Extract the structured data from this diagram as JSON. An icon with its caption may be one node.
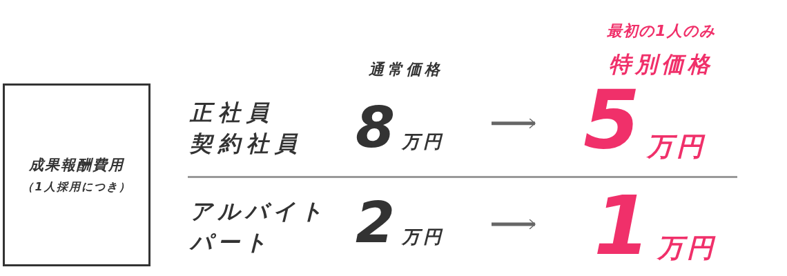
{
  "diagram": {
    "nodes": [
      {
        "text": [
          "成果報酬費用",
          "（1人採用につき）"
        ]
      },
      {
        "text": [
          "8",
          "万円"
        ]
      },
      {
        "text": [
          "5",
          "万円"
        ]
      },
      {
        "text": [
          "2",
          "万円"
        ]
      },
      {
        "text": [
          "1",
          "万円"
        ]
      }
    ],
    "edges": [
      {
        "from": 1,
        "to": 2,
        "arrow": "to"
      },
      {
        "from": 3,
        "to": 4,
        "arrow": "to"
      }
    ],
    "labels": [
      "最初の1人のみ",
      "通常価格",
      "特別価格",
      "正社員",
      "契約社員",
      "アルバイト",
      "パート"
    ]
  }
}
